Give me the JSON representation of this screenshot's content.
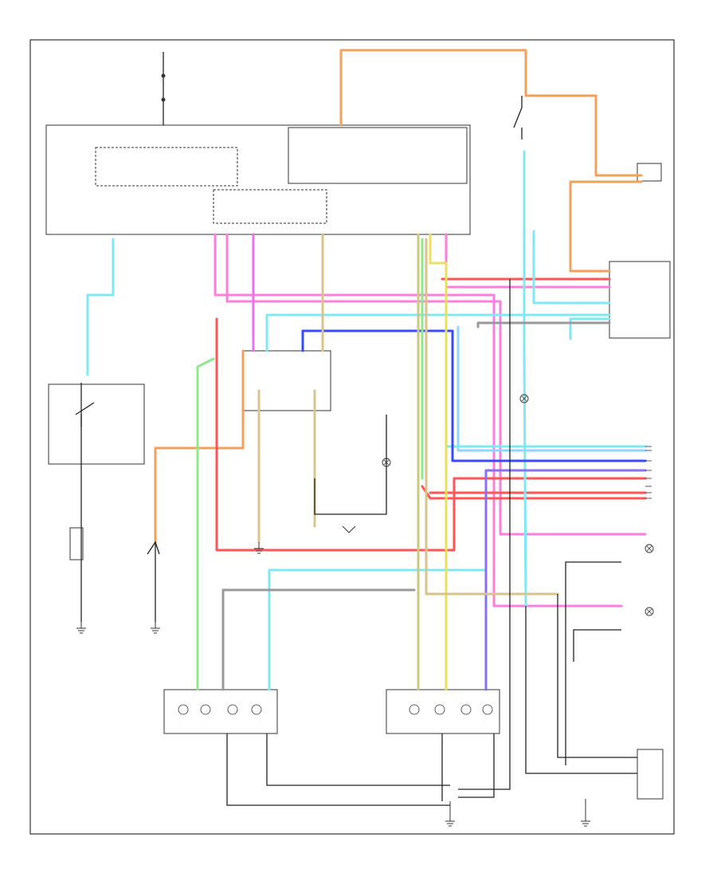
{
  "colors": {
    "orange": "#f5a05a",
    "pink": "#ff7eda",
    "magenta": "#e873e8",
    "cyan": "#7ee9f2",
    "lightblue": "#8fd6ff",
    "tan": "#d8c38a",
    "olive": "#c9c980",
    "red": "#ff5555",
    "green": "#8fe88a",
    "blue": "#3a4bff",
    "purple": "#8a6ff0",
    "yellow": "#e8e060",
    "black": "#222222",
    "gray": "#999999"
  },
  "icons": [
    "ground-symbol",
    "switch-symbol",
    "lamp-symbol",
    "connector-symbol"
  ]
}
